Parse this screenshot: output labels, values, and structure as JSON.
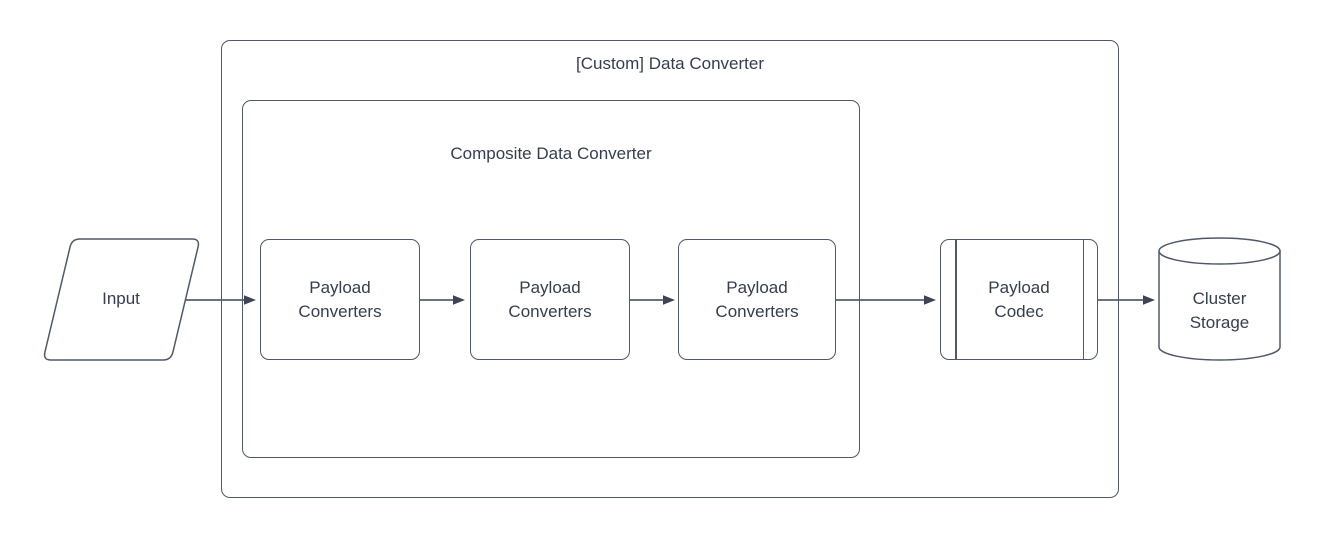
{
  "nodes": {
    "input": {
      "label": "Input",
      "shape": "parallelogram"
    },
    "custom_converter": {
      "label": "[Custom] Data Converter",
      "shape": "container"
    },
    "composite_converter": {
      "label": "Composite Data Converter",
      "shape": "container"
    },
    "payload_converters": [
      {
        "label": "Payload\nConverters",
        "shape": "rounded-rectangle"
      },
      {
        "label": "Payload\nConverters",
        "shape": "rounded-rectangle"
      },
      {
        "label": "Payload\nConverters",
        "shape": "rounded-rectangle"
      }
    ],
    "payload_codec": {
      "label": "Payload\nCodec",
      "shape": "predefined-process"
    },
    "cluster_storage": {
      "label": "Cluster\nStorage",
      "shape": "cylinder"
    }
  },
  "edges": [
    {
      "from": "input",
      "to": "payload-converters-1"
    },
    {
      "from": "payload-converters-1",
      "to": "payload-converters-2"
    },
    {
      "from": "payload-converters-2",
      "to": "payload-converters-3"
    },
    {
      "from": "payload-converters-3",
      "to": "payload-codec"
    },
    {
      "from": "payload-codec",
      "to": "cluster-storage"
    }
  ],
  "colors": {
    "stroke": "#50586a",
    "arrow": "#3d4555",
    "text": "#353d4e",
    "background": "#ffffff"
  }
}
